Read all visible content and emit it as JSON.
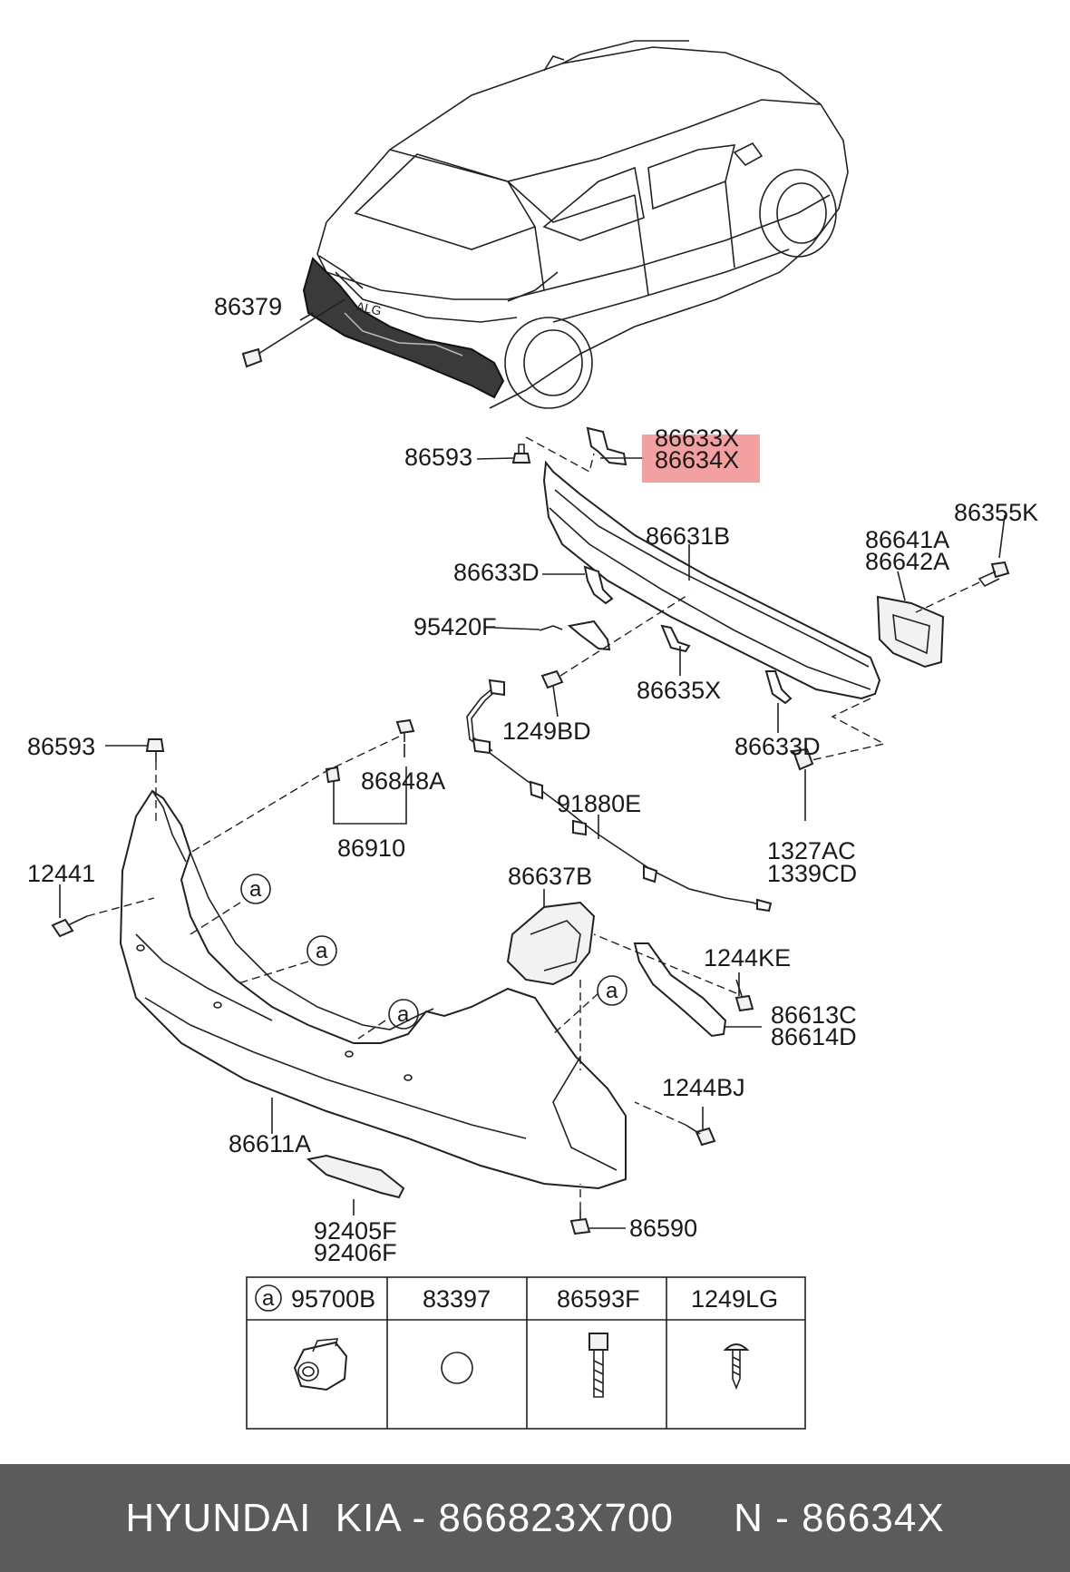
{
  "diagram": {
    "part_numbers": [
      "86379",
      "86593",
      "86633X",
      "86634X",
      "86355K",
      "86631B",
      "86641A",
      "86642A",
      "86633D",
      "95420F",
      "86635X",
      "1249BD",
      "86633D",
      "86593",
      "86848A",
      "86910",
      "91880E",
      "1327AC",
      "1339CD",
      "12441",
      "86637B",
      "1244KE",
      "86613C",
      "86614D",
      "1244BJ",
      "86611A",
      "92405F",
      "92406F",
      "86590"
    ],
    "circle_marker": "a",
    "highlight_color": "#f08f8f",
    "legend": {
      "marker": "a",
      "columns": [
        "95700B",
        "83397",
        "86593F",
        "1249LG"
      ]
    }
  },
  "footer": {
    "text": "HYUNDAI  KIA - 866823X700     N - 86634X"
  }
}
